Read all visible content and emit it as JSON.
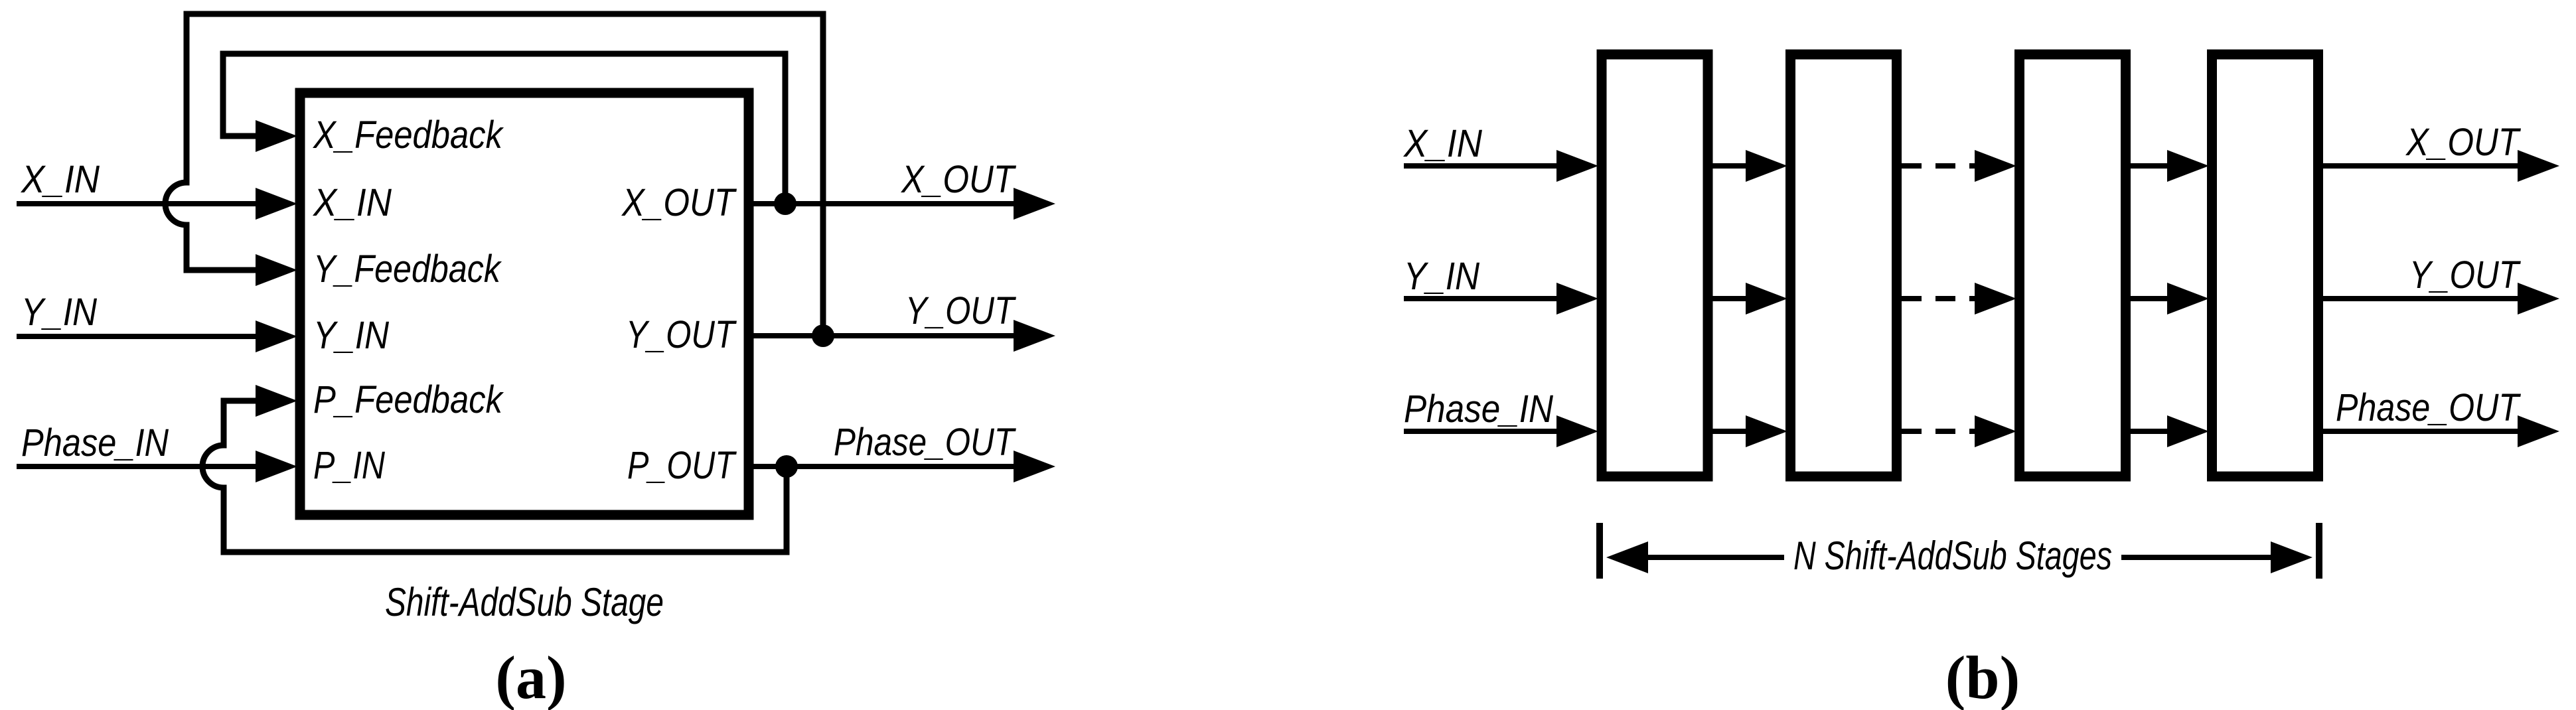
{
  "colors": {
    "ink": "#000000",
    "background": "#ffffff"
  },
  "figure_a": {
    "panel_label": "(a)",
    "caption": "Shift-AddSub Stage",
    "inputs": {
      "x": "X_IN",
      "y": "Y_IN",
      "phase": "Phase_IN"
    },
    "outputs": {
      "x": "X_OUT",
      "y": "Y_OUT",
      "phase": "Phase_OUT"
    },
    "block_ports_left": {
      "x_feedback": "X_Feedback",
      "x_in": "X_IN",
      "y_feedback": "Y_Feedback",
      "y_in": "Y_IN",
      "p_feedback": "P_Feedback",
      "p_in": "P_IN"
    },
    "block_ports_right": {
      "x_out": "X_OUT",
      "y_out": "Y_OUT",
      "p_out": "P_OUT"
    }
  },
  "figure_b": {
    "panel_label": "(b)",
    "caption": "N Shift-AddSub Stages",
    "stages_shown": 4,
    "inputs": {
      "x": "X_IN",
      "y": "Y_IN",
      "phase": "Phase_IN"
    },
    "outputs": {
      "x": "X_OUT",
      "y": "Y_OUT",
      "phase": "Phase_OUT"
    }
  }
}
